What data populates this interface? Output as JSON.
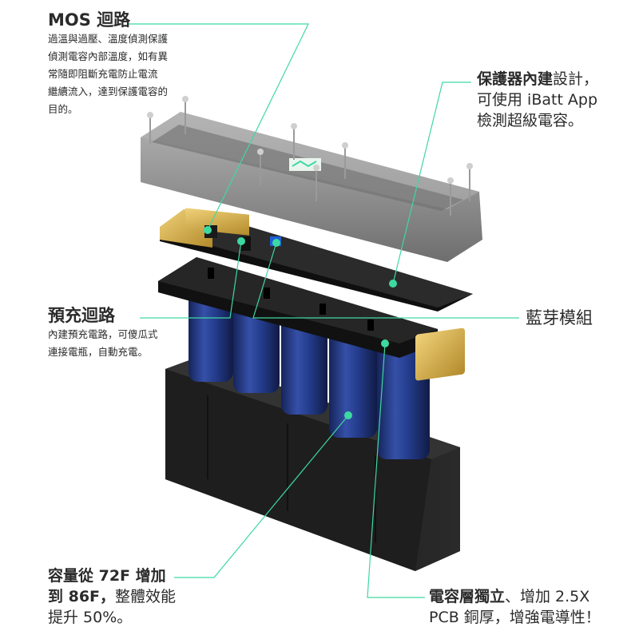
{
  "labels": {
    "mos": {
      "title": "MOS 迴路",
      "body": "過溫與過壓、溫度偵測保護\n偵測電容內部溫度，如有異\n常隨即阻斷充電防止電流\n繼續流入，達到保護電容的\n目的。"
    },
    "protector": {
      "line1_bold": "保護器內建",
      "line1_rest": "設計，",
      "line2": "可使用 iBatt App",
      "line3": "檢測超級電容。"
    },
    "precharge": {
      "title": "預充迴路",
      "body": "內建預充電路，可傻瓜式\n連接電瓶，自動充電。"
    },
    "bluetooth": {
      "title": "藍芽模組"
    },
    "capacity": {
      "line1_bold": "容量從 72F 增加",
      "line2_bold": "到 86F，",
      "line2_rest": "整體效能",
      "line3": "提升 50%。"
    },
    "layer": {
      "line1_bold": "電容層獨立",
      "line1_rest": "、增加 2.5X",
      "line2": "PCB 銅厚，增強電導性！"
    }
  },
  "colors": {
    "leader": "#3dd9a0",
    "capacitor": "#22377f",
    "housing": "#1b1b1b",
    "brass": "#d6b24a"
  }
}
